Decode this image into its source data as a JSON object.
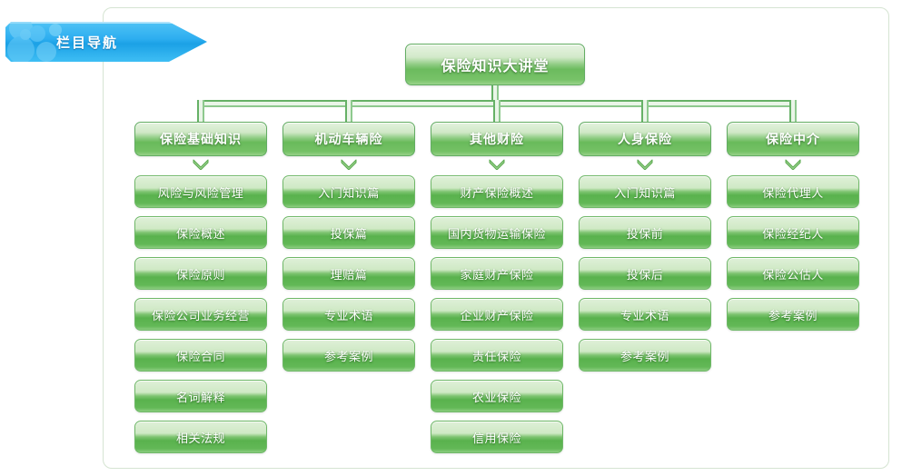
{
  "banner": {
    "label": "栏目导航",
    "icon": "bubbles-decoration",
    "color": "#2eaef0"
  },
  "theme": {
    "accent_green": "#69ba5b",
    "border_green": "#63ad63",
    "frame_border": "#d5e4d2",
    "node_text": "#ffffff"
  },
  "tree": {
    "root": {
      "label": "保险知识大讲堂"
    },
    "columns": [
      {
        "header": "保险基础知识",
        "expander_icon": "chevron-down-icon",
        "items": [
          "风险与风险管理",
          "保险概述",
          "保险原则",
          "保险公司业务经营",
          "保险合同",
          "名词解释",
          "相关法规"
        ]
      },
      {
        "header": "机动车辆险",
        "expander_icon": "chevron-down-icon",
        "items": [
          "入门知识篇",
          "投保篇",
          "理赔篇",
          "专业术语",
          "参考案例"
        ]
      },
      {
        "header": "其他财险",
        "expander_icon": "chevron-down-icon",
        "items": [
          "财产保险概述",
          "国内货物运输保险",
          "家庭财产保险",
          "企业财产保险",
          "责任保险",
          "农业保险",
          "信用保险"
        ]
      },
      {
        "header": "人身保险",
        "expander_icon": "chevron-down-icon",
        "items": [
          "入门知识篇",
          "投保前",
          "投保后",
          "专业术语",
          "参考案例"
        ]
      },
      {
        "header": "保险中介",
        "expander_icon": "chevron-down-icon",
        "items": [
          "保险代理人",
          "保险经纪人",
          "保险公估人",
          "参考案例"
        ]
      }
    ]
  }
}
